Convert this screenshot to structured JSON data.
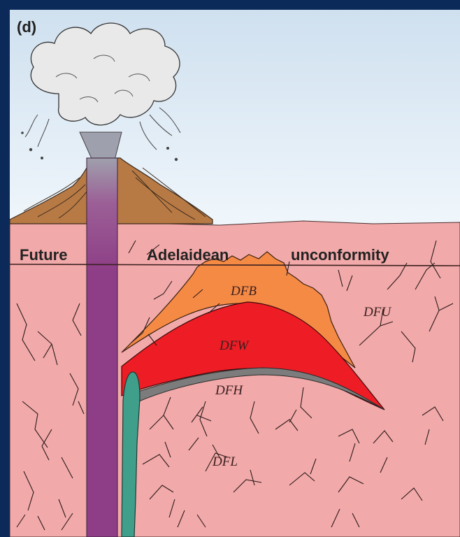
{
  "panel_label": "(d)",
  "unconformity_words": [
    "Future",
    "Adelaidean",
    "unconformity"
  ],
  "units": {
    "dfb": "DFB",
    "dfw": "DFW",
    "dfh": "DFH",
    "dfu": "DFU",
    "dfl": "DFL"
  },
  "colors": {
    "frame": "#0b2a5a",
    "sky_top": "#cfe0ef",
    "sky_bottom": "#eef5fb",
    "crust": "#f2a9a9",
    "volcano": "#b87a45",
    "conduit": "#8e3e87",
    "dfb_orange": "#f58a45",
    "dfw_red": "#ee1c25",
    "dfh_grey": "#7c7c7c",
    "intrusion_teal": "#3f9f8a",
    "cloud": "#e9e9e9"
  }
}
